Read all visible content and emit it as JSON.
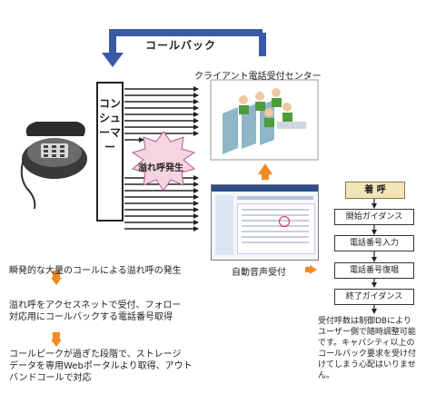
{
  "callback_label": "コールバック",
  "center_title": "クライアント電話受付センター",
  "consumer_label": "コンシューマー",
  "overflow_label": "溢れ呼発生",
  "auto_voice_label": "自動音声受付",
  "colors": {
    "callback_arrow": "#3a5aa8",
    "step_arrow": "#f28a22",
    "header_fill": "#f1e4b8",
    "burst_fill": "#f6d4e2"
  },
  "icons": [
    "phone-icon",
    "operators-icon",
    "ivr-screen"
  ],
  "flow": [
    {
      "text": "瞬発的な大量のコールによる溢れ呼の発生"
    },
    {
      "text": "溢れ呼をアクセスネットで受付、フォロー\n対応用にコールバックする電話番号取得"
    },
    {
      "text": "コールピークが過ぎた段階で、ストレージ\nデータを専用Webポータルより取得、アウト\nバンドコールで対応"
    }
  ],
  "steps": {
    "head": "着 呼",
    "items": [
      "開始ガイダンス",
      "電話番号入力",
      "電話番号復唱",
      "終了ガイダンス"
    ]
  },
  "note": "受付呼数は制御DBにより\nユーザー側で随時調整可能\nです。キャパシティ以上の\nコールバック要求を受け付\nけてしまう心配はいりませ\nん。"
}
